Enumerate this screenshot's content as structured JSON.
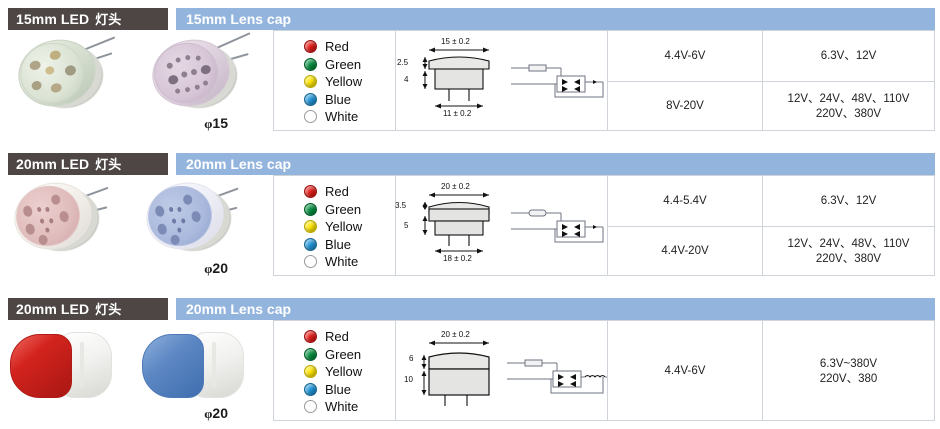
{
  "sections": [
    {
      "id": "row-15mm",
      "dark_header": {
        "size": "15mm LED ",
        "cn": "灯头"
      },
      "blue_header": "15mm Lens cap",
      "diameter_label": "φ",
      "diameter_value": "15",
      "colors": [
        {
          "name": "Red",
          "hex": "#e21b18"
        },
        {
          "name": "Green",
          "hex": "#038c3e"
        },
        {
          "name": "Yellow",
          "hex": "#ffe600"
        },
        {
          "name": "Blue",
          "hex": "#1f94d8"
        },
        {
          "name": "White",
          "hex": "#ffffff"
        }
      ],
      "dimensions": {
        "top_width": "15 ± 0.2",
        "bottom_width": "11 ± 0.2",
        "h1": "2.5",
        "h2": "4"
      },
      "voltage_dc": [
        "4.4V-6V",
        "8V-20V"
      ],
      "voltage_ac": [
        "6.3V、12V",
        "12V、24V、48V、110V\n220V、380V"
      ],
      "split_rows": true
    },
    {
      "id": "row-20mm-a",
      "dark_header": {
        "size": "20mm LED ",
        "cn": "灯头"
      },
      "blue_header": "20mm Lens cap",
      "diameter_label": "φ",
      "diameter_value": "20",
      "colors": [
        {
          "name": "Red",
          "hex": "#e21b18"
        },
        {
          "name": "Green",
          "hex": "#038c3e"
        },
        {
          "name": "Yellow",
          "hex": "#ffe600"
        },
        {
          "name": "Blue",
          "hex": "#1f94d8"
        },
        {
          "name": "White",
          "hex": "#ffffff"
        }
      ],
      "dimensions": {
        "top_width": "20 ± 0.2",
        "bottom_width": "18 ± 0.2",
        "h1": "3.5",
        "h2": "5"
      },
      "voltage_dc": [
        "4.4-5.4V",
        "4.4V-20V"
      ],
      "voltage_ac": [
        "6.3V、12V",
        "12V、24V、48V、110V\n220V、380V"
      ],
      "split_rows": true
    },
    {
      "id": "row-20mm-b",
      "dark_header": {
        "size": "20mm LED ",
        "cn": "灯头"
      },
      "blue_header": "20mm Lens cap",
      "diameter_label": "φ",
      "diameter_value": "20",
      "colors": [
        {
          "name": "Red",
          "hex": "#e21b18"
        },
        {
          "name": "Green",
          "hex": "#038c3e"
        },
        {
          "name": "Yellow",
          "hex": "#ffe600"
        },
        {
          "name": "Blue",
          "hex": "#1f94d8"
        },
        {
          "name": "White",
          "hex": "#ffffff"
        }
      ],
      "dimensions": {
        "top_width": "20 ± 0.2",
        "bottom_width": "",
        "h1": "6",
        "h2": "10"
      },
      "voltage_dc": [
        "4.4V-6V"
      ],
      "voltage_ac": [
        "6.3V~380V\n220V、380"
      ],
      "split_rows": false
    }
  ],
  "theme": {
    "dark_header_bg": "#4d4644",
    "blue_header_bg": "#93b4dd",
    "border": "#cfd4da",
    "text": "#222222"
  }
}
